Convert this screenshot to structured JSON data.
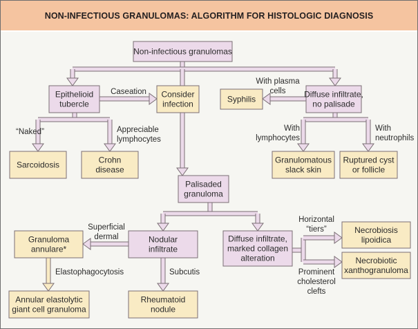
{
  "title": "NON-INFECTIOUS GRANULOMAS: ALGORITHM FOR HISTOLOGIC DIAGNOSIS",
  "colors": {
    "title_band": "#f5c4a0",
    "background": "#f6f6f2",
    "process_box": "#ecdaea",
    "outcome_box": "#f9ebc4",
    "border": "#7a6e74",
    "process_arrow": "#ecdaea",
    "outcome_arrow": "#f9ebc4"
  },
  "nodes": {
    "root": {
      "kind": "process",
      "lines": [
        "Non-infectious granulomas"
      ]
    },
    "epithelioid": {
      "kind": "process",
      "lines": [
        "Epithelioid",
        "tubercle"
      ]
    },
    "consider_infection": {
      "kind": "outcome",
      "lines": [
        "Consider",
        "infection"
      ]
    },
    "syphilis": {
      "kind": "outcome",
      "lines": [
        "Syphilis"
      ]
    },
    "diffuse_nopalisade": {
      "kind": "process",
      "lines": [
        "Diffuse infiltrate,",
        "no palisade"
      ]
    },
    "sarcoidosis": {
      "kind": "outcome",
      "lines": [
        "Sarcoidosis"
      ]
    },
    "crohn": {
      "kind": "outcome",
      "lines": [
        "Crohn",
        "disease"
      ]
    },
    "slack_skin": {
      "kind": "outcome",
      "lines": [
        "Granulomatous",
        "slack skin"
      ]
    },
    "ruptured_cyst": {
      "kind": "outcome",
      "lines": [
        "Ruptured cyst",
        "or follicle"
      ]
    },
    "palisaded": {
      "kind": "process",
      "lines": [
        "Palisaded",
        "granuloma"
      ]
    },
    "granuloma_annulare": {
      "kind": "outcome",
      "lines": [
        "Granuloma",
        "annulare*"
      ]
    },
    "nodular": {
      "kind": "process",
      "lines": [
        "Nodular",
        "infiltrate"
      ]
    },
    "diffuse_collagen": {
      "kind": "process",
      "lines": [
        "Diffuse infiltrate,",
        "marked collagen",
        "alteration"
      ]
    },
    "necrobiosis": {
      "kind": "outcome",
      "lines": [
        "Necrobiosis",
        "lipoidica"
      ]
    },
    "xanthogranuloma": {
      "kind": "outcome",
      "lines": [
        "Necrobiotic",
        "xanthogranuloma"
      ]
    },
    "annular_elastolytic": {
      "kind": "outcome",
      "lines": [
        "Annular elastolytic",
        "giant cell granuloma"
      ]
    },
    "rheumatoid": {
      "kind": "outcome",
      "lines": [
        "Rheumatoid",
        "nodule"
      ]
    }
  },
  "edge_labels": {
    "caseation": [
      "Caseation"
    ],
    "naked": [
      "“Naked”"
    ],
    "appreciable_lymphocytes": [
      "Appreciable",
      "lymphocytes"
    ],
    "with_plasma_cells": [
      "With plasma",
      "cells"
    ],
    "with_lymphocytes": [
      "With",
      "lymphocytes"
    ],
    "with_neutrophils": [
      "With",
      "neutrophils"
    ],
    "superficial_dermal": [
      "Superficial",
      "dermal"
    ],
    "subcutis": [
      "Subcutis"
    ],
    "elastophagocytosis": [
      "Elastophagocytosis"
    ],
    "horizontal_tiers": [
      "Horizontal",
      "“tiers”"
    ],
    "prominent_cholesterol": [
      "Prominent",
      "cholesterol",
      "clefts"
    ]
  },
  "edges": [
    {
      "from": "root",
      "to": "epithelioid"
    },
    {
      "from": "root",
      "to": "diffuse_nopalisade"
    },
    {
      "from": "root",
      "to": "palisaded"
    },
    {
      "from": "epithelioid",
      "to": "consider_infection",
      "label": "caseation"
    },
    {
      "from": "epithelioid",
      "to": "sarcoidosis",
      "label": "naked"
    },
    {
      "from": "epithelioid",
      "to": "crohn",
      "label": "appreciable_lymphocytes"
    },
    {
      "from": "diffuse_nopalisade",
      "to": "syphilis",
      "label": "with_plasma_cells"
    },
    {
      "from": "diffuse_nopalisade",
      "to": "slack_skin",
      "label": "with_lymphocytes"
    },
    {
      "from": "diffuse_nopalisade",
      "to": "ruptured_cyst",
      "label": "with_neutrophils"
    },
    {
      "from": "palisaded",
      "to": "nodular"
    },
    {
      "from": "palisaded",
      "to": "diffuse_collagen"
    },
    {
      "from": "nodular",
      "to": "granuloma_annulare",
      "label": "superficial_dermal"
    },
    {
      "from": "nodular",
      "to": "rheumatoid",
      "label": "subcutis"
    },
    {
      "from": "granuloma_annulare",
      "to": "annular_elastolytic",
      "label": "elastophagocytosis"
    },
    {
      "from": "diffuse_collagen",
      "to": "necrobiosis",
      "label": "horizontal_tiers"
    },
    {
      "from": "diffuse_collagen",
      "to": "xanthogranuloma",
      "label": "prominent_cholesterol"
    }
  ]
}
